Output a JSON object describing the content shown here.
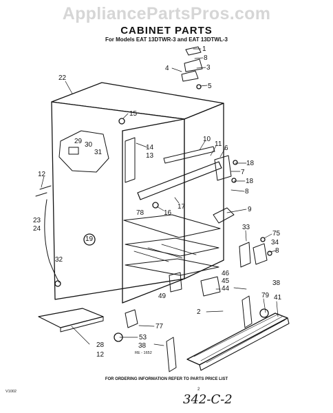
{
  "header": {
    "watermark": "AppliancePartsPros.com",
    "title": "CABINET PARTS",
    "subtitle": "For Models EAT 13DTWR-3 and EAT 13DTWL-3"
  },
  "callouts": [
    "1",
    "8",
    "3",
    "4",
    "5",
    "22",
    "15",
    "29",
    "30",
    "31",
    "14",
    "13",
    "10",
    "11",
    "6",
    "18",
    "7",
    "18",
    "8",
    "12",
    "17",
    "16",
    "78",
    "9",
    "23",
    "24",
    "19",
    "32",
    "33",
    "75",
    "34",
    "8",
    "46",
    "45",
    "44",
    "38",
    "49",
    "2",
    "79",
    "41",
    "77",
    "53",
    "28",
    "12",
    "38"
  ],
  "art_code": "RE - 1652",
  "footer": {
    "ordering_note": "FOR ORDERING INFORMATION REFER TO PARTS PRICE LIST",
    "left_code": "V1002",
    "sheet": "2",
    "handwritten": "342-C-2"
  }
}
